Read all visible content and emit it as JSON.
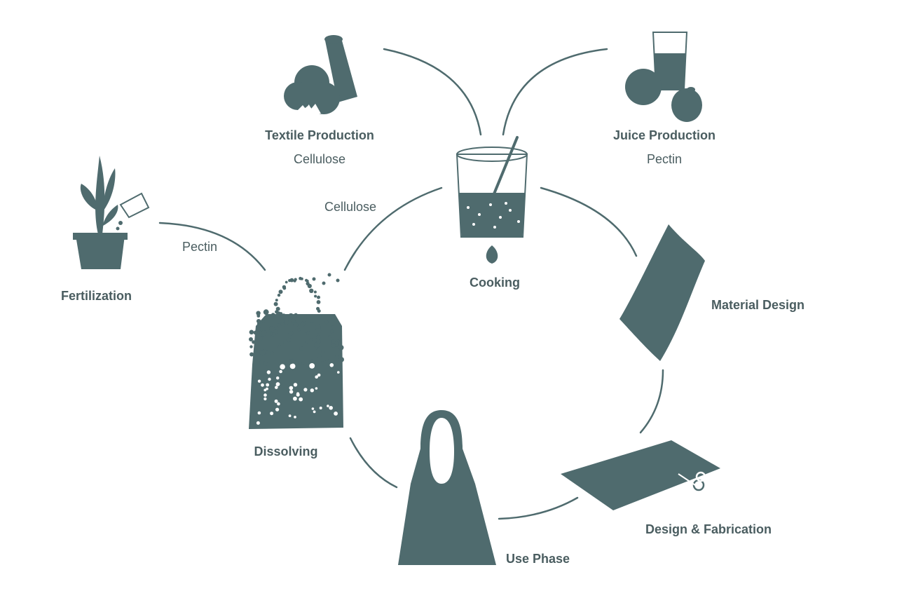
{
  "colors": {
    "ink": "#4f6b6e",
    "text": "#4a5d60",
    "dot": "#ffffff"
  },
  "stages": {
    "textile": {
      "title": "Textile Production",
      "subtitle": "Cellulose",
      "icon": "cotton-spool-icon"
    },
    "juice": {
      "title": "Juice Production",
      "subtitle": "Pectin",
      "icon": "juice-fruit-icon"
    },
    "fertilization": {
      "title": "Fertilization",
      "icon": "potted-plant-icon"
    },
    "cooking": {
      "title": "Cooking",
      "icon": "cooking-pot-icon"
    },
    "material": {
      "title": "Material Design",
      "icon": "material-sheet-icon"
    },
    "dissolving": {
      "title": "Dissolving",
      "icon": "dissolving-bag-icon"
    },
    "fabrication": {
      "title": "Design & Fabrication",
      "icon": "fabric-scissors-icon"
    },
    "use": {
      "title": "Use Phase",
      "icon": "tote-bag-icon"
    }
  },
  "flows": {
    "cellulose_return": "Cellulose",
    "pectin_return": "Pectin"
  }
}
